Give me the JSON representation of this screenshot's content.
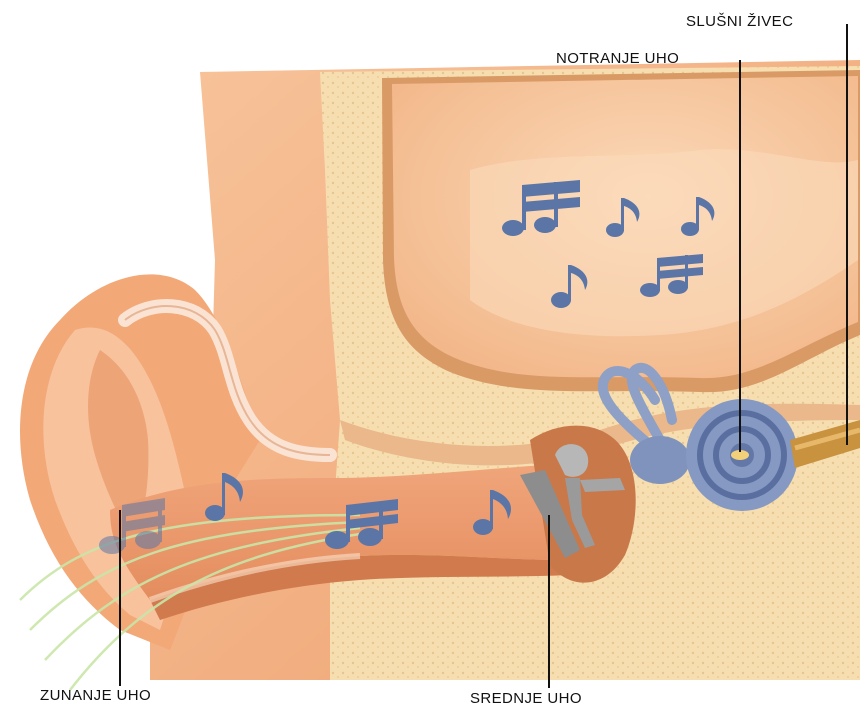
{
  "labels": {
    "auditory_nerve": "SLUŠNI ŽIVEC",
    "inner_ear": "NOTRANJE UHO",
    "outer_ear": "ZUNANJE UHO",
    "middle_ear": "SREDNJE UHO"
  },
  "colors": {
    "skin": "#f5b483",
    "skin_dark": "#e08a58",
    "skin_shadow": "#c96d44",
    "canal": "#f4a679",
    "bone": "#f6deb0",
    "bone_dots": "#d7b06f",
    "brain": "#f7c59a",
    "brain_light": "#fad7b5",
    "cartilage": "#f9e2d2",
    "cochlea": "#7f93bd",
    "cochlea_dark": "#55699a",
    "ossicle": "#9b9b9b",
    "nerve": "#d2a14a",
    "note": "#5b76a6",
    "sound_wave": "#c9e6a8",
    "leader_line": "#111111"
  },
  "icons": [
    "eighth-note-icon",
    "beamed-notes-icon"
  ]
}
